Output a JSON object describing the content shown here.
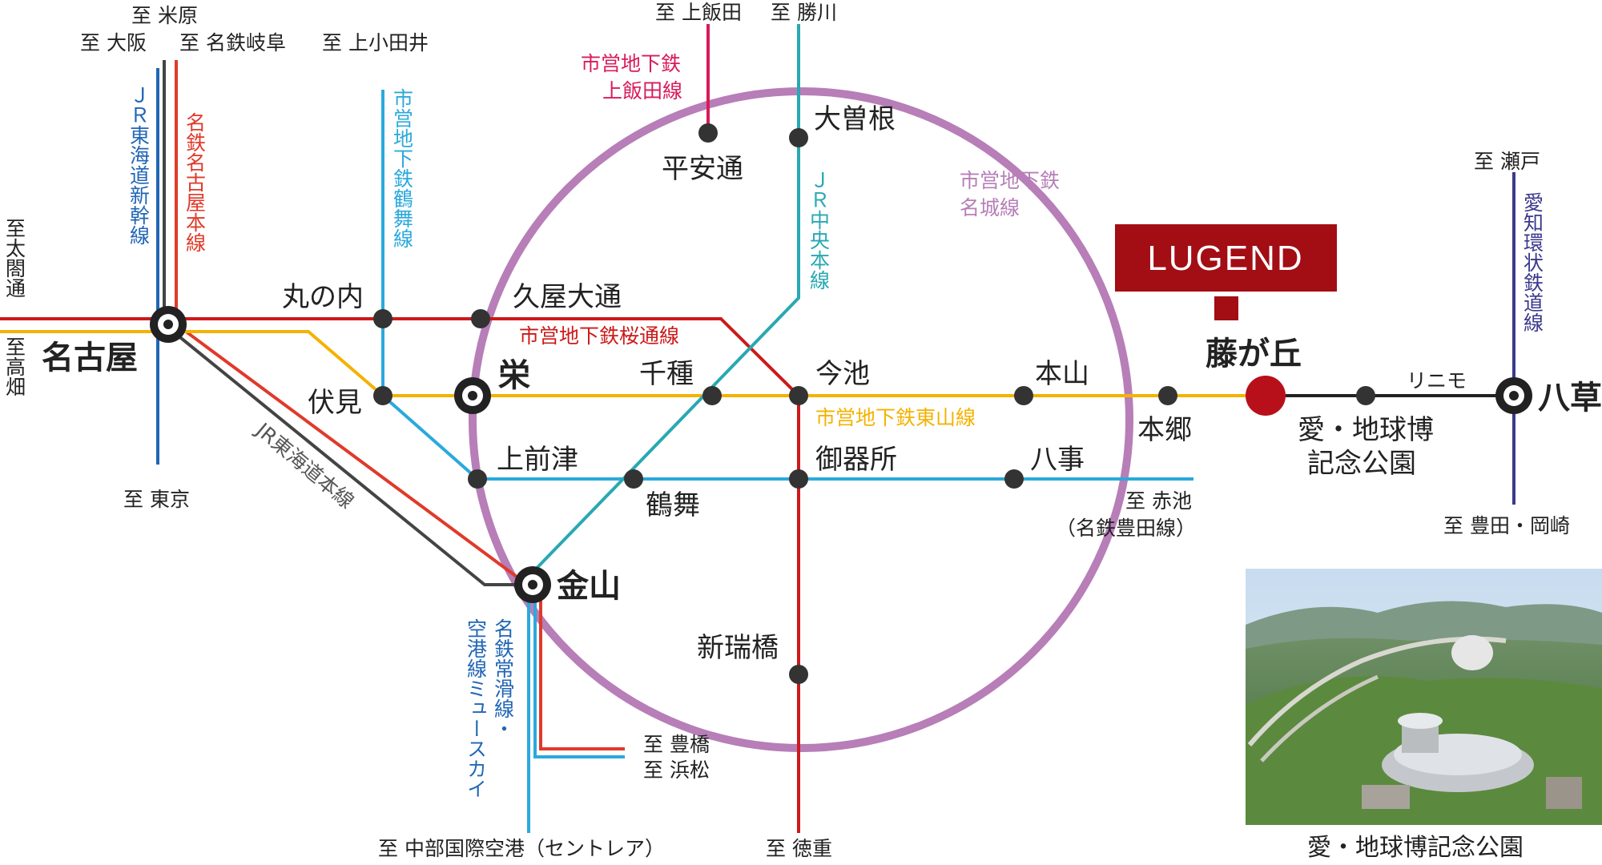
{
  "stations": {
    "nagoya": "名古屋",
    "sakae": "栄",
    "kanayama": "金山",
    "fujigaoka": "藤が丘",
    "yagusa": "八草",
    "marunouchi": "丸の内",
    "hisayaodori": "久屋大通",
    "fushimi": "伏見",
    "chikusa": "千種",
    "imaike": "今池",
    "motoyama": "本山",
    "hongo": "本郷",
    "kamimaezu": "上前津",
    "tsurumai": "鶴舞",
    "gokiso": "御器所",
    "yagoto": "八事",
    "shinmizuhashi": "新瑞橋",
    "heiando": "平安通",
    "ozone": "大曽根",
    "expo_park_1": "愛・地球博",
    "expo_park_2": "記念公園"
  },
  "destinations": {
    "maibara": "至 米原",
    "osaka": "至 大阪",
    "meitetsu_gifu": "至 名鉄岐阜",
    "kamiotai": "至 上小田井",
    "kamiiida": "至 上飯田",
    "kachigawa": "至 勝川",
    "taikodori": "至太閤通",
    "takabata": "至高畑",
    "tokyo": "至 東京",
    "akaike_1": "至 赤池",
    "akaike_2": "（名鉄豊田線）",
    "seto": "至 瀬戸",
    "toyota_okazaki": "至 豊田・岡崎",
    "toyohashi": "至 豊橋",
    "hamamatsu": "至 浜松",
    "centrair": "至 中部国際空港（セントレア）",
    "tokushige": "至 徳重"
  },
  "lines": {
    "jr_shinkansen": "ＪＲ東海道新幹線",
    "meitetsu_nagoya": "名鉄名古屋本線",
    "tsurumai_line": "市営地下鉄鶴舞線",
    "kamiiida_line_1": "市営地下鉄",
    "kamiiida_line_2": "上飯田線",
    "jr_chuo": "ＪＲ中央本線",
    "meijo_1": "市営地下鉄",
    "meijo_2": "名城線",
    "sakuradori": "市営地下鉄桜通線",
    "higashiyama": "市営地下鉄東山線",
    "jr_tokaido": "JR東海道本線",
    "meitetsu_airport_1": "名鉄常滑線・",
    "meitetsu_airport_2": "空港線ミュースカイ",
    "aikan": "愛知環状鉄道線",
    "linimo": "リニモ"
  },
  "brand": {
    "logo": "LUGEND",
    "color": "#a30d14"
  },
  "photo": {
    "caption": "愛・地球博記念公園"
  },
  "colors": {
    "meijo": "#b77eb8",
    "higashiyama": "#f4b200",
    "sakuradori": "#cc1a1a",
    "tsurumai": "#2ba9dc",
    "jr_shinkansen": "#2166b5",
    "meitetsu": "#e03a2a",
    "jr_tokaido": "#555555",
    "jr_chuo": "#29a8b3",
    "kamiiida": "#d81b5a",
    "aikan": "#3b3a8d",
    "linimo": "#222222"
  }
}
